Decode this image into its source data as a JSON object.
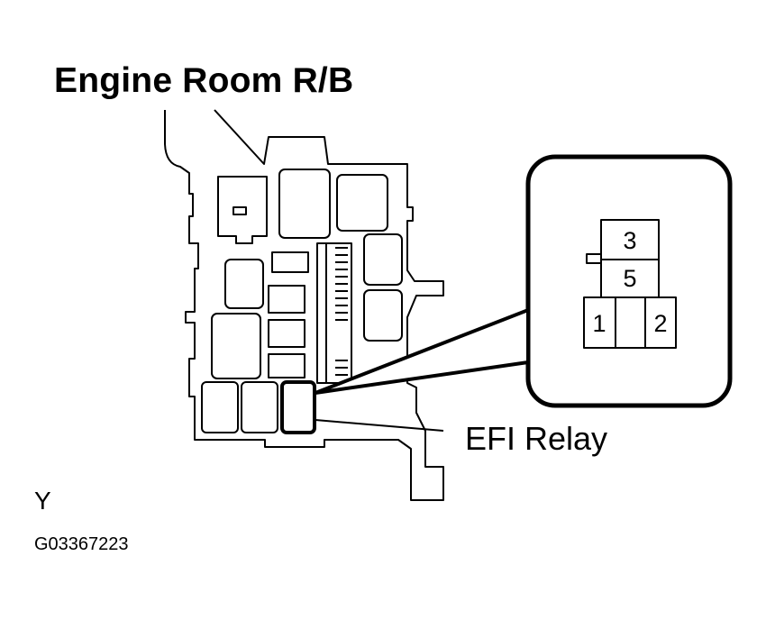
{
  "title": "Engine Room R/B",
  "callout_label": "EFI Relay",
  "connector_pins": [
    "3",
    "5",
    "1",
    "2"
  ],
  "view_letter": "Y",
  "figure_code": "G03367223",
  "colors": {
    "ink": "#000000",
    "background": "#ffffff"
  }
}
